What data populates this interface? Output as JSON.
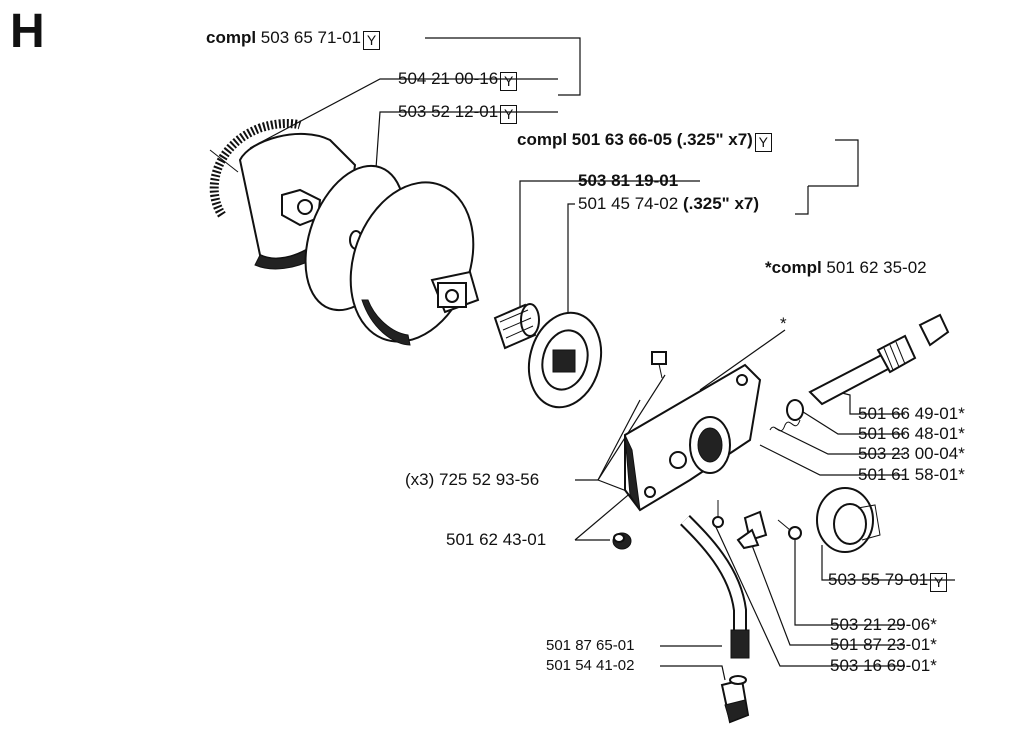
{
  "sheet": {
    "letter": "H"
  },
  "labels": {
    "clutch_compl": {
      "prefix": "compl",
      "number": "503 65 71-01",
      "code": "Y"
    },
    "spring": {
      "number": "504 21 00-16",
      "code": "Y"
    },
    "shoe": {
      "number": "503 52 12-01",
      "code": "Y"
    },
    "drum_compl": {
      "prefix": "compl",
      "number": "501 63 66-05 (.325\" x7)",
      "code": "Y"
    },
    "bearing": {
      "number": "503 81 19-01"
    },
    "sprocket": {
      "number": "501 45 74-02",
      "suffix": "(.325\" x7)"
    },
    "pump_compl": {
      "prefix": "*compl",
      "number": "501 62 35-02"
    },
    "shaft1": {
      "number": "501 66 49-01*"
    },
    "shaft2": {
      "number": "501 66 48-01*"
    },
    "spring2": {
      "number": "503 23 00-04*"
    },
    "oring": {
      "number": "501 61 58-01*"
    },
    "screws": {
      "number": "(x3) 725 52 93-56"
    },
    "nut": {
      "number": "501 62 43-01"
    },
    "cover": {
      "number": "503 55 79-01",
      "code": "Y"
    },
    "screw_b": {
      "number": "503 21 29-06*"
    },
    "clip": {
      "number": "501 87 23-01*"
    },
    "screw_c": {
      "number": "503 16 69-01*"
    },
    "hose": {
      "number": "501 87 65-01"
    },
    "filter": {
      "number": "501 54 41-02"
    },
    "star_marker": "*"
  }
}
